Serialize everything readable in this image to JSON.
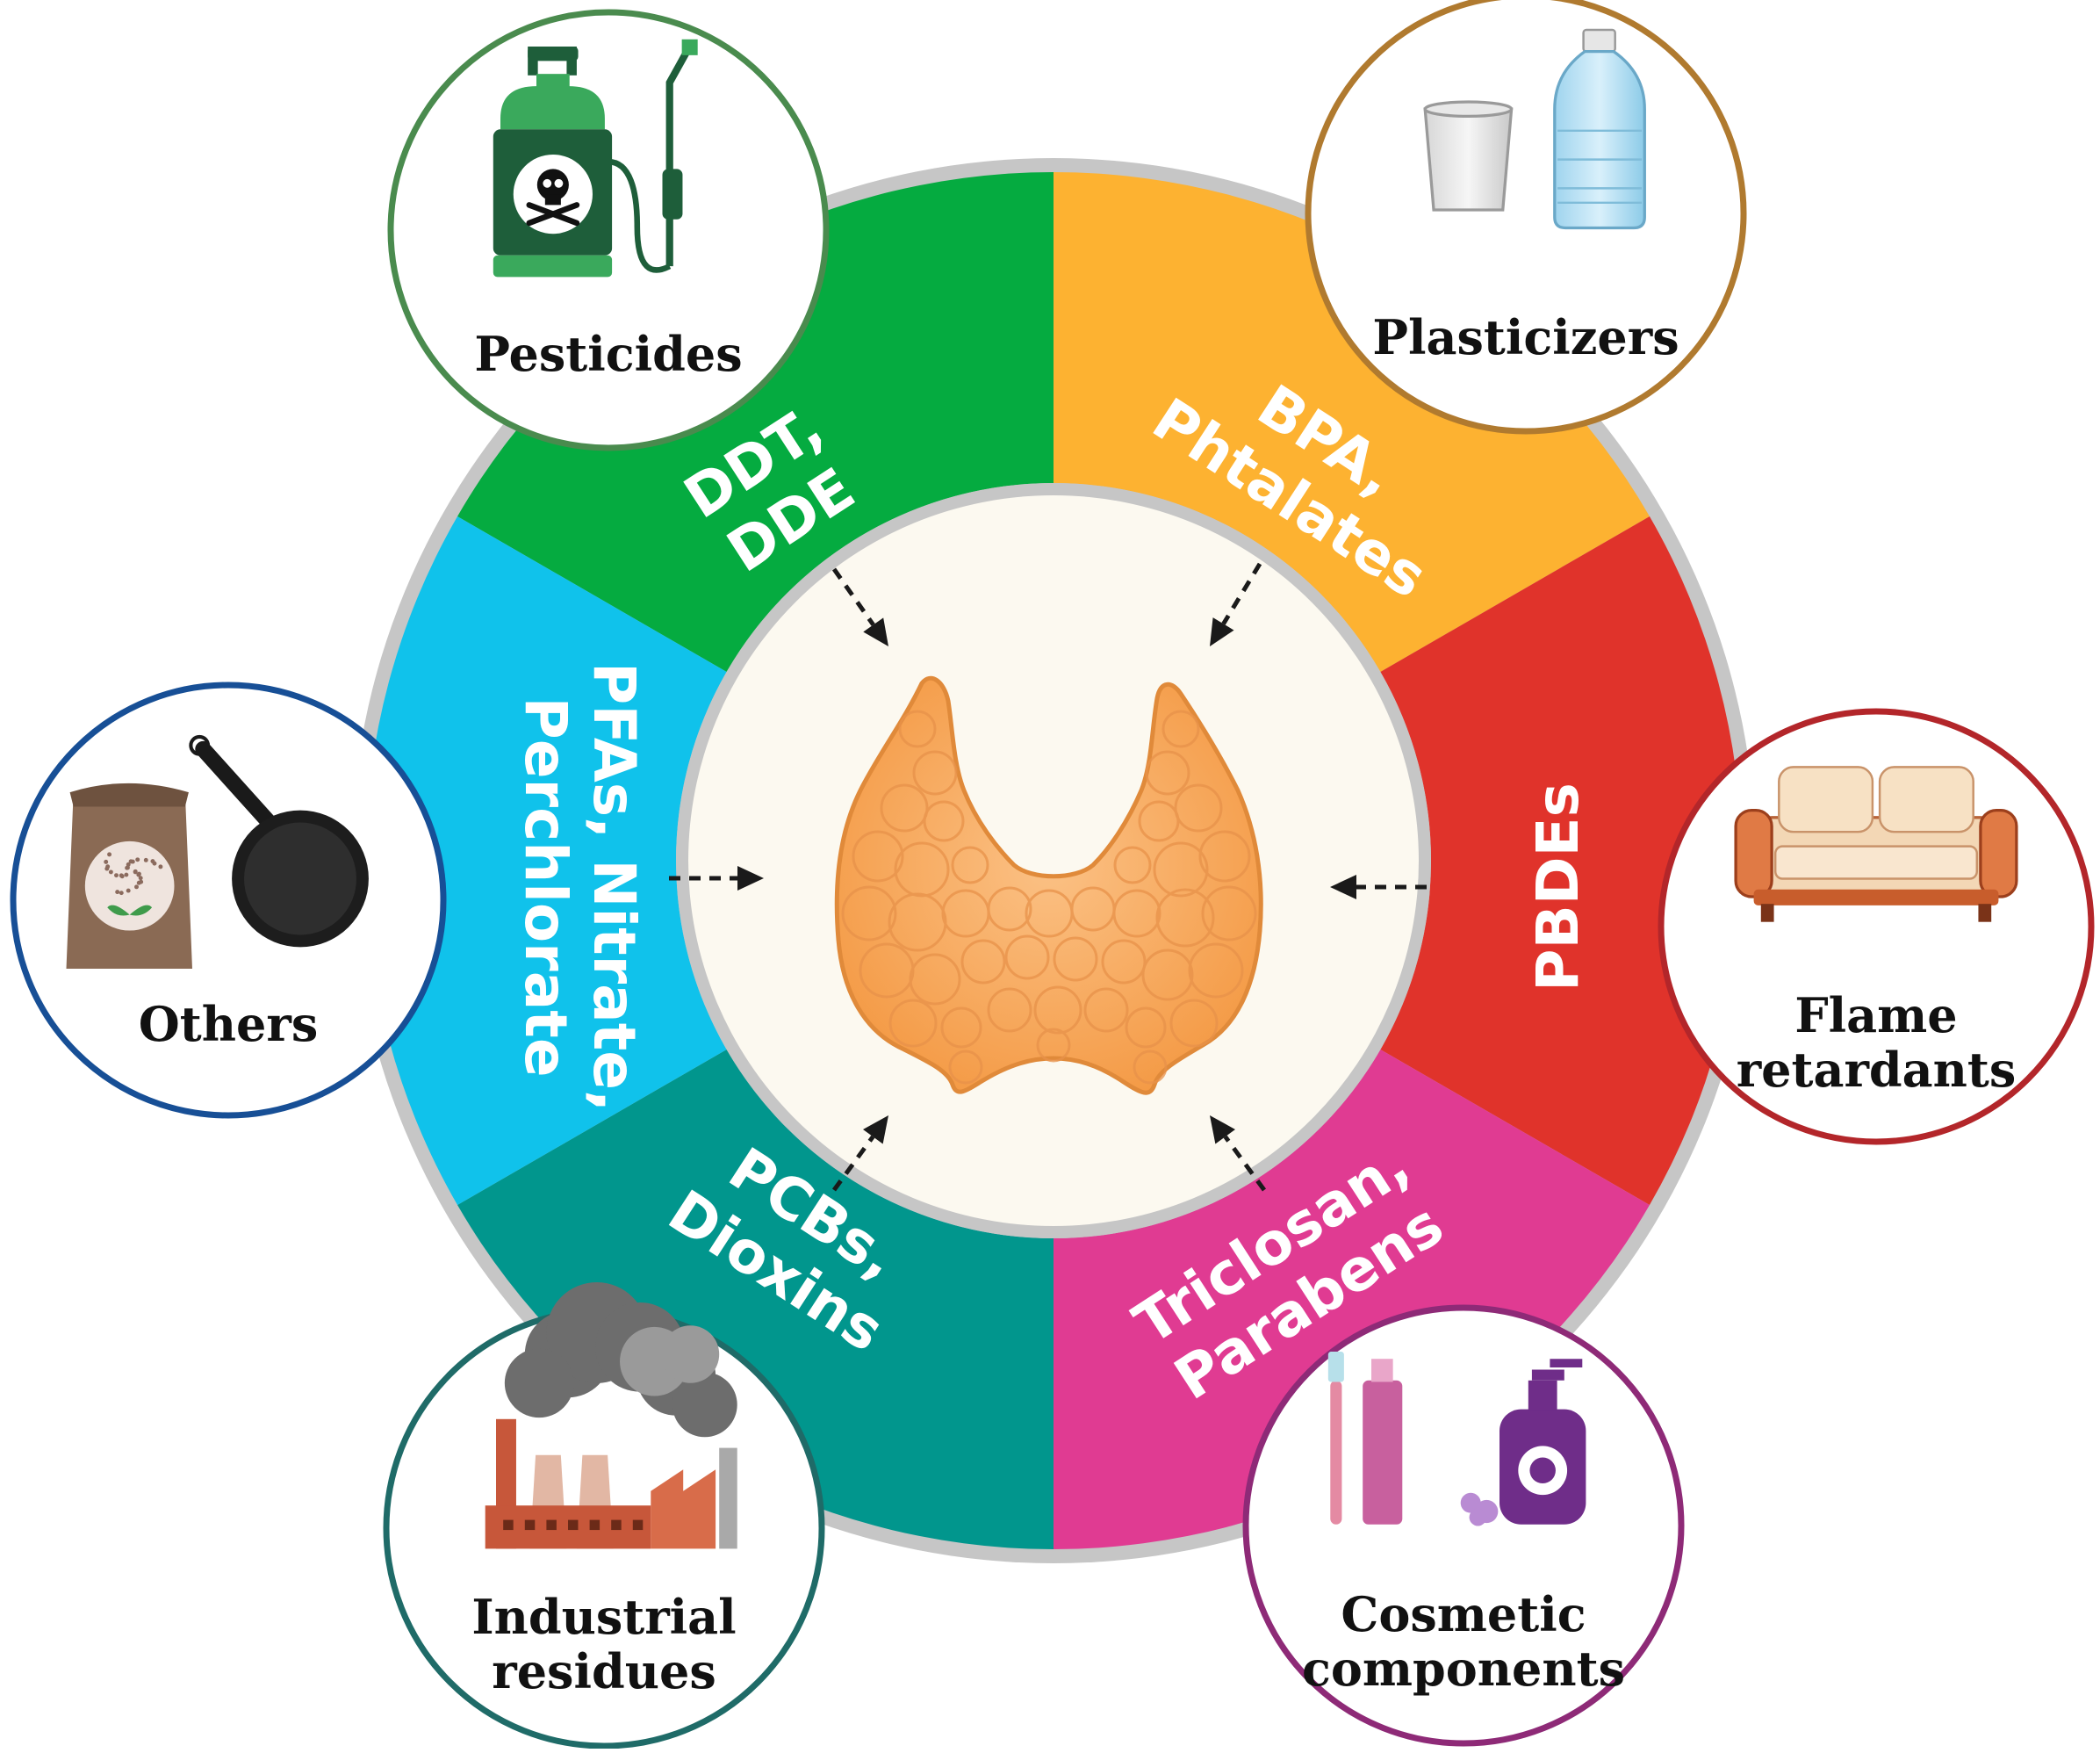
{
  "colors": {
    "ring_border": "#c6c6c6",
    "center_fill": "#fcf9f0",
    "pesticides": "#05ab40",
    "plasticizers": "#fdb231",
    "flame": "#e0332b",
    "cosmetic": "#e03b92",
    "industrial": "#01968d",
    "others": "#10c2eb",
    "badge_pesticides": "#4a8b4e",
    "badge_plasticizers": "#b07a2f",
    "badge_flame": "#b3262a",
    "badge_cosmetic": "#8e2a77",
    "badge_industrial": "#1f6b68",
    "badge_others": "#174f96",
    "thyroid": "#f7a85b",
    "arrow": "#1a1a1a"
  },
  "segments": [
    {
      "id": "pesticides",
      "lines": [
        "DDT,",
        "DDE"
      ]
    },
    {
      "id": "plasticizers",
      "lines": [
        "BPA,",
        "Phtalates"
      ]
    },
    {
      "id": "flame",
      "lines": [
        "PBDEs"
      ]
    },
    {
      "id": "cosmetic",
      "lines": [
        "Triclosan,",
        "Parabens"
      ]
    },
    {
      "id": "industrial",
      "lines": [
        "PCBs,",
        "Dioxins"
      ]
    },
    {
      "id": "others",
      "lines": [
        "PFAs, Nitrate,",
        "Perchlorate"
      ]
    }
  ],
  "badges": [
    {
      "id": "pesticides",
      "lines": [
        "Pesticides"
      ],
      "icon": "pesticide-sprayer-icon"
    },
    {
      "id": "plasticizers",
      "lines": [
        "Plasticizers"
      ],
      "icon": "plastic-bottle-cup-icon"
    },
    {
      "id": "flame",
      "lines": [
        "Flame",
        "retardants"
      ],
      "icon": "sofa-icon"
    },
    {
      "id": "cosmetic",
      "lines": [
        "Cosmetic",
        "components"
      ],
      "icon": "cosmetics-icon"
    },
    {
      "id": "industrial",
      "lines": [
        "Industrial",
        "residues"
      ],
      "icon": "factory-smoke-icon"
    },
    {
      "id": "others",
      "lines": [
        "Others"
      ],
      "icon": "fertilizer-bag-pan-icon"
    }
  ],
  "center": {
    "icon": "thyroid-gland-icon"
  }
}
